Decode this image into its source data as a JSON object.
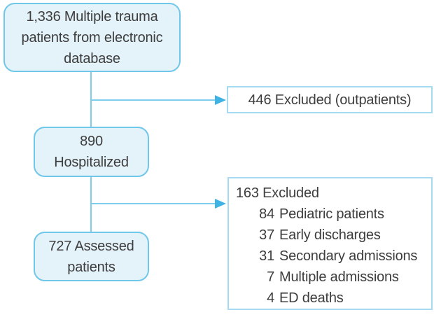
{
  "diagram": {
    "type": "patient-flow-chart",
    "boxes": {
      "source": {
        "line1": "1,336 Multiple trauma",
        "line2": "patients from electronic",
        "line3": "database"
      },
      "excluded1": {
        "label": "446 Excluded (outpatients)"
      },
      "hospitalized": {
        "line1": "890",
        "line2": "Hospitalized"
      },
      "assessed": {
        "line1": "727 Assessed",
        "line2": "patients"
      },
      "excluded2": {
        "title": "163 Excluded",
        "items": [
          {
            "num": "84",
            "label": "Pediatric patients"
          },
          {
            "num": "37",
            "label": "Early discharges"
          },
          {
            "num": "31",
            "label": "Secondary admissions"
          },
          {
            "num": "7",
            "label": "Multiple admissions"
          },
          {
            "num": "4",
            "label": "ED deaths"
          }
        ]
      }
    },
    "colors": {
      "rounded_box_fill": "#e4f2fa",
      "rounded_box_border": "#6fc7e9",
      "rect_box_border": "#a5dbf0",
      "connector_line": "#7ecdec",
      "arrowhead": "#3fb3e4",
      "text": "#3d3d3d"
    }
  }
}
